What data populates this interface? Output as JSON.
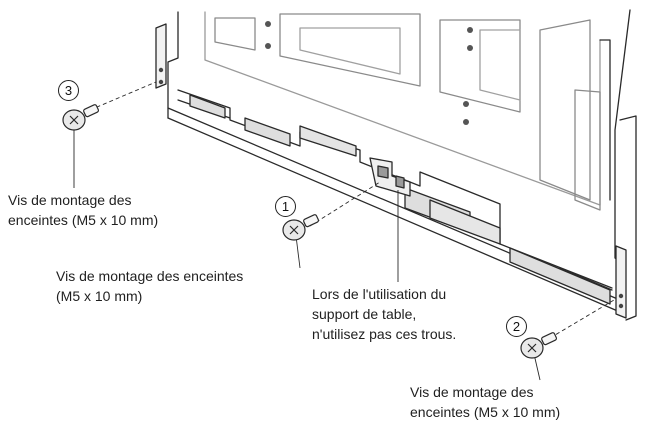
{
  "callouts": {
    "screw_3": {
      "number": "3",
      "line1": "Vis de montage des",
      "line2": "enceintes (M5 x 10 mm)"
    },
    "screw_1": {
      "number": "1",
      "line1": "Vis de montage des enceintes",
      "line2": "(M5 x 10 mm)"
    },
    "screw_2": {
      "number": "2",
      "line1": "Vis de montage des",
      "line2": "enceintes (M5 x 10 mm)"
    },
    "holes_note": {
      "line1": "Lors de l'utilisation du",
      "line2": "support de table,",
      "line3": "n'utilisez pas ces trous."
    }
  },
  "colors": {
    "line": "#2a2a2a",
    "shade": "#cfcfcf",
    "screw": "#e9e9e9"
  },
  "icons": [
    "screw-icon",
    "screw-icon",
    "screw-icon"
  ]
}
